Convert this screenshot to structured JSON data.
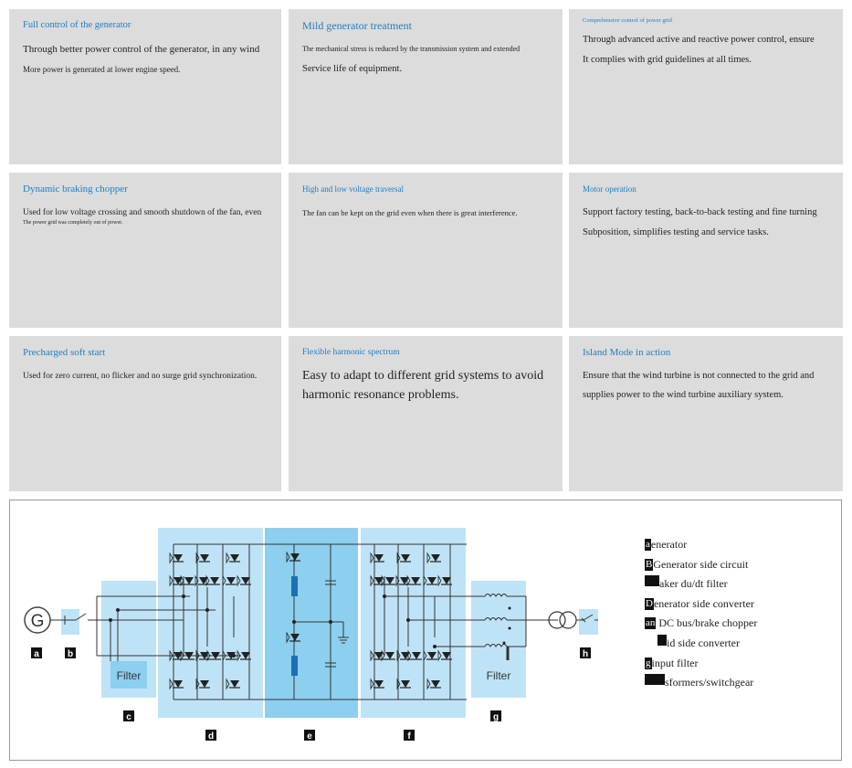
{
  "cards": [
    {
      "title": "Full control of the generator",
      "lines": [
        "Through better power control of the generator, in any wind",
        "More power is generated at lower engine speed."
      ]
    },
    {
      "title": "Mild generator treatment",
      "lines": [
        "The mechanical stress is reduced by the transmission system and extended",
        "Service life of equipment."
      ]
    },
    {
      "title": "Comprehensive control of power grid",
      "lines": [
        "Through advanced active and reactive power control, ensure",
        "It complies with grid guidelines at all times."
      ]
    },
    {
      "title": "Dynamic braking chopper",
      "lines": [
        "Used for low voltage crossing and smooth shutdown of the fan, even",
        "The power grid was completely out of power."
      ]
    },
    {
      "title": "High and low voltage traversal",
      "lines": [
        "The fan can be kept on the grid even when there is great interference."
      ]
    },
    {
      "title": "Motor operation",
      "lines": [
        "Support factory testing, back-to-back testing and fine turning",
        "Subposition, simplifies testing and service tasks."
      ]
    },
    {
      "title": "Precharged soft start",
      "lines": [
        "Used for zero current, no flicker and no surge grid synchronization."
      ]
    },
    {
      "title": "Flexible harmonic spectrum",
      "lines": [
        "Easy to adapt to different grid systems to avoid harmonic resonance problems."
      ]
    },
    {
      "title": "Island Mode in action",
      "lines": [
        "Ensure that the wind turbine is not connected to the grid and supplies power to the wind turbine auxiliary system."
      ]
    }
  ],
  "diagram": {
    "generator_symbol": "G",
    "filter_left": "Filter",
    "filter_right": "Filter",
    "block_letters": {
      "a": "a",
      "b": "b",
      "c": "c",
      "d": "d",
      "e": "e",
      "f": "f",
      "g": "g",
      "h": "h"
    }
  },
  "legend": [
    {
      "key": "a",
      "text": "enerator"
    },
    {
      "key": "B",
      "text": "Generator side circuit"
    },
    {
      "key": "",
      "text": "aker   du/dt filter"
    },
    {
      "key": "D",
      "text": "enerator side converter"
    },
    {
      "key": "an",
      "text": "  DC bus/brake chopper"
    },
    {
      "key": "",
      "text": "id side converter"
    },
    {
      "key": "g",
      "text": "input filter"
    },
    {
      "key": "",
      "text": "sformers/switchgear"
    }
  ],
  "colors": {
    "card_bg": "#dcdcdc",
    "title_blue": "#1d7fc4",
    "block_light": "#bfe3f6",
    "block_mid": "#8ccfee"
  }
}
